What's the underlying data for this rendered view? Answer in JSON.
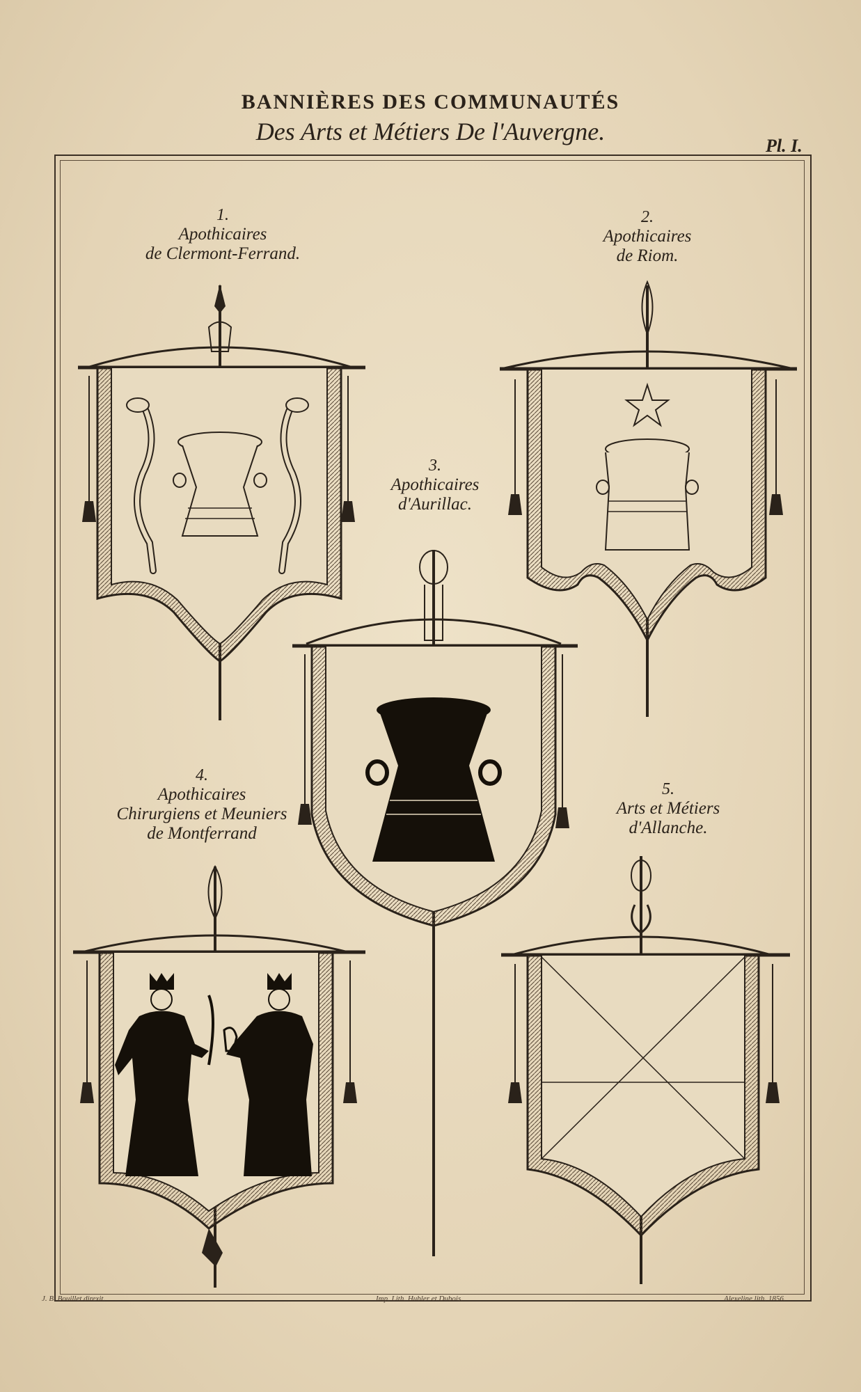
{
  "header": {
    "title": "BANNIÈRES DES COMMUNAUTÉS",
    "subtitle": "Des Arts et Métiers De l'Auvergne.",
    "plate": "Pl. I."
  },
  "banners": [
    {
      "number": "1.",
      "line1": "Apothicaires",
      "line2": "de Clermont-Ferrand.",
      "line3": ""
    },
    {
      "number": "2.",
      "line1": "Apothicaires",
      "line2": "de Riom.",
      "line3": ""
    },
    {
      "number": "3.",
      "line1": "Apothicaires",
      "line2": "d'Aurillac.",
      "line3": ""
    },
    {
      "number": "4.",
      "line1": "Apothicaires",
      "line2": "Chirurgiens et Meuniers",
      "line3": "de Montferrand"
    },
    {
      "number": "5.",
      "line1": "Arts et Métiers",
      "line2": "d'Allanche.",
      "line3": ""
    }
  ],
  "credits": {
    "left": "J. B. Bouillet direxit.",
    "center": "Imp. Lith. Hubler et Dubois.",
    "right": "Alexeline lith. 1856."
  }
}
